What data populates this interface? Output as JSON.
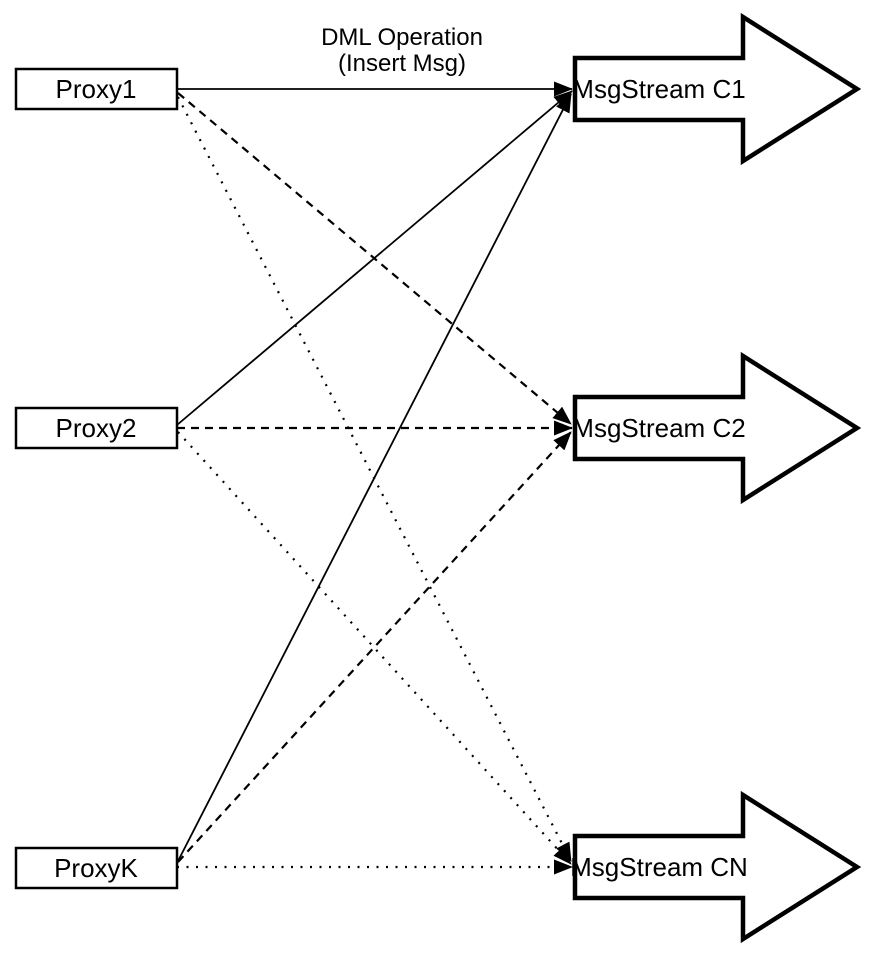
{
  "diagram": {
    "annotation": {
      "line1": "DML Operation",
      "line2": "(Insert Msg)"
    },
    "proxies": [
      {
        "label": "Proxy1"
      },
      {
        "label": "Proxy2"
      },
      {
        "label": "ProxyK"
      }
    ],
    "streams": [
      {
        "label": "MsgStream C1"
      },
      {
        "label": "MsgStream C2"
      },
      {
        "label": "MsgStream CN"
      }
    ],
    "connections": [
      {
        "from": "Proxy1",
        "to": "MsgStream C1",
        "style": "solid"
      },
      {
        "from": "Proxy2",
        "to": "MsgStream C1",
        "style": "solid"
      },
      {
        "from": "ProxyK",
        "to": "MsgStream C1",
        "style": "solid"
      },
      {
        "from": "Proxy1",
        "to": "MsgStream C2",
        "style": "dashed"
      },
      {
        "from": "Proxy2",
        "to": "MsgStream C2",
        "style": "dashed"
      },
      {
        "from": "ProxyK",
        "to": "MsgStream C2",
        "style": "dashed"
      },
      {
        "from": "Proxy1",
        "to": "MsgStream CN",
        "style": "dotted"
      },
      {
        "from": "Proxy2",
        "to": "MsgStream CN",
        "style": "dotted"
      },
      {
        "from": "ProxyK",
        "to": "MsgStream CN",
        "style": "dotted"
      }
    ],
    "colors": {
      "stroke": "#000000",
      "fill": "#ffffff",
      "background": "#ffffff"
    }
  }
}
